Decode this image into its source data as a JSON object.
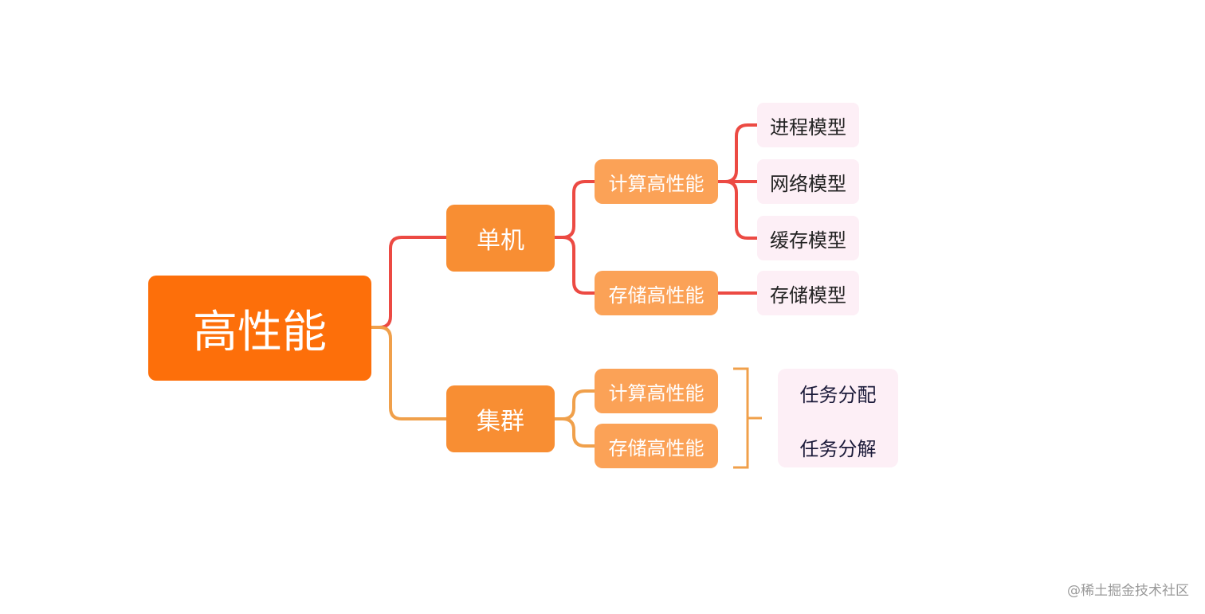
{
  "root": {
    "label": "高性能",
    "color": "#fd6f0a"
  },
  "branch_colors": {
    "single": "#ec4a43",
    "cluster": "#f0a04b"
  },
  "single_machine": {
    "label": "单机",
    "compute": {
      "label": "计算高性能",
      "children": [
        "进程模型",
        "网络模型",
        "缓存模型"
      ]
    },
    "storage": {
      "label": "存储高性能",
      "children": [
        "存储模型"
      ]
    }
  },
  "cluster": {
    "label": "集群",
    "compute": {
      "label": "计算高性能"
    },
    "storage": {
      "label": "存储高性能"
    },
    "grouped": [
      "任务分配",
      "任务分解"
    ]
  },
  "watermark": "@稀土掘金技术社区"
}
